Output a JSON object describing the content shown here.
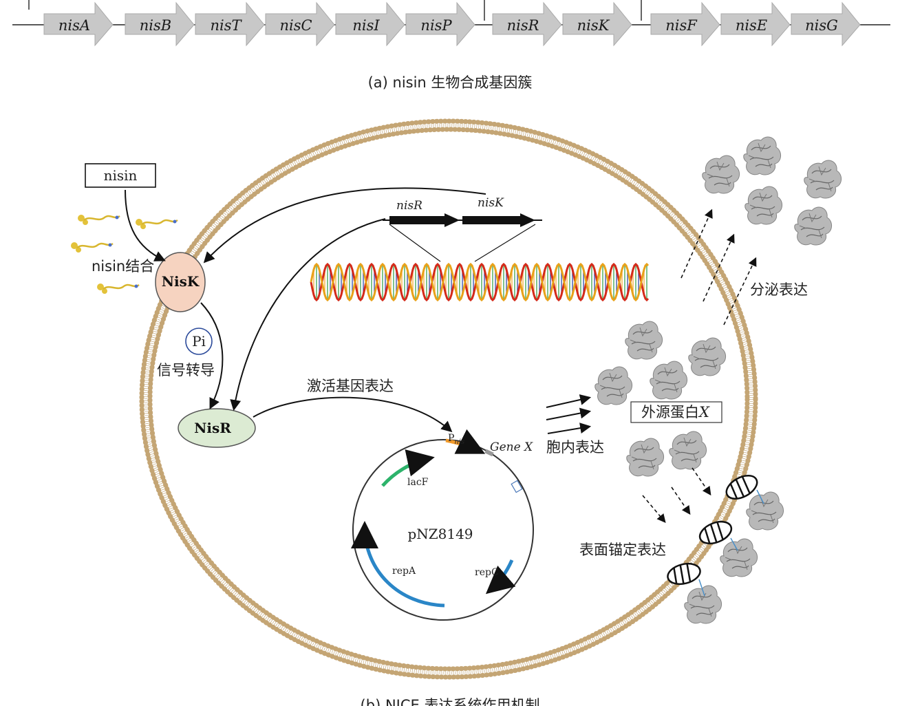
{
  "panel_a": {
    "genes": [
      "nisA",
      "nisB",
      "nisT",
      "nisC",
      "nisI",
      "nisP",
      "nisR",
      "nisK",
      "nisF",
      "nisE",
      "nisG"
    ],
    "caption": "(a) nisin 生物合成基因簇"
  },
  "panel_b": {
    "nisin_box": "nisin",
    "nisin_binding": "nisin结合",
    "nisk": "NisK",
    "pi": "Pi",
    "signal_transduction": "信号转导",
    "nisr": "NisR",
    "activate_expression": "激活基因表达",
    "gene_nisR": "nisR",
    "gene_nisK": "nisK",
    "promoter_main": "P",
    "promoter_sub": "nis",
    "gene_x": "Gene X",
    "lacF": "lacF",
    "plasmid": "pNZ8149",
    "repA": "repA",
    "repC": "repC",
    "intracellular": "胞内表达",
    "exogenous_protein": "外源蛋白",
    "exogenous_protein_x": "X",
    "secretion": "分泌表达",
    "surface_anchor": "表面锚定表达",
    "caption": "(b) NICE 表达系统作用机制"
  },
  "colors": {
    "gene_arrow": "#c8c8c8",
    "membrane": "#c4a574",
    "nisk_fill": "#f6d3c0",
    "nisr_fill": "#dcebd3",
    "pi_circle": "#2b4a9a",
    "promoter_arrow": "#f29b2c",
    "lacF_arrow": "#2db36b",
    "rep_arrow": "#2a86c7",
    "protein": "#9a9a9a"
  }
}
